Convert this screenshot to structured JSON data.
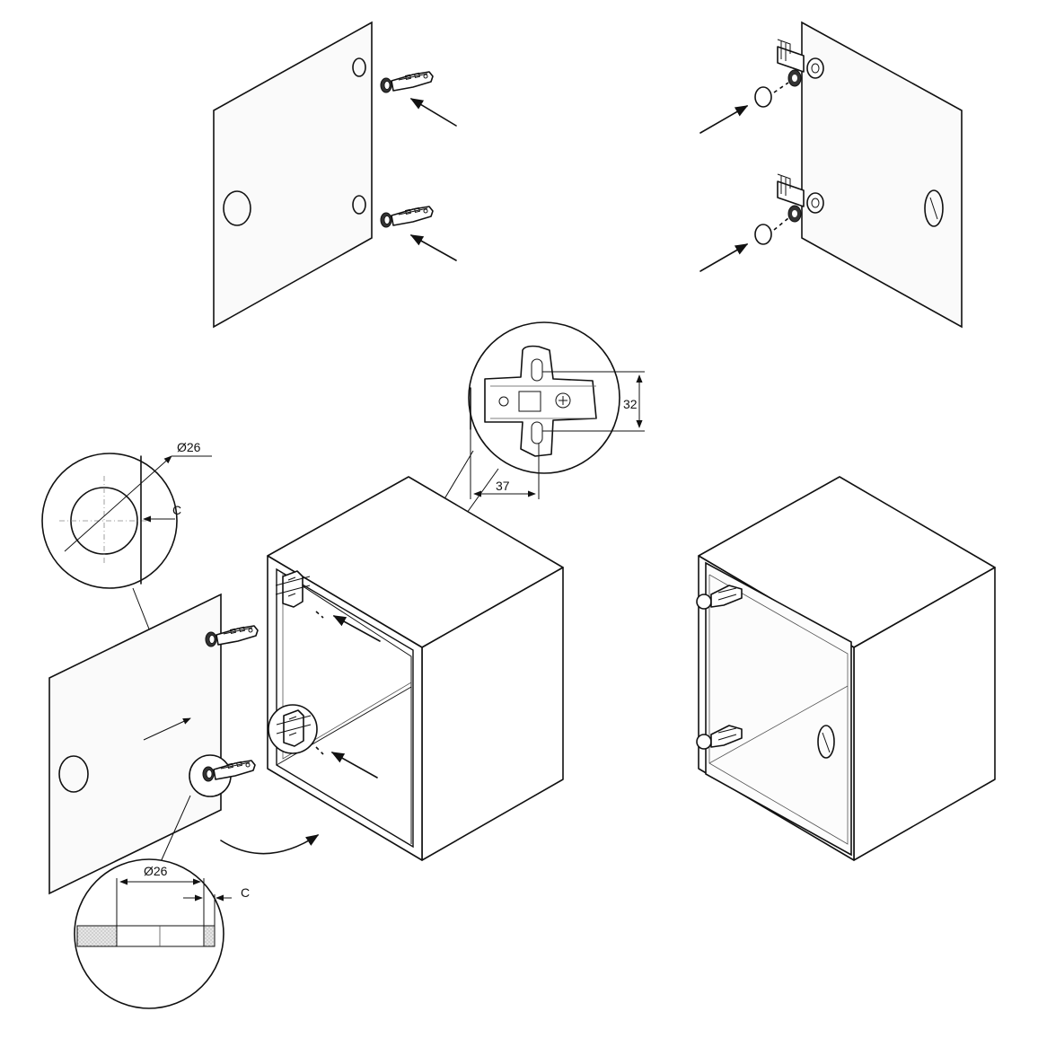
{
  "labels": {
    "round_detail_diameter": "Ø26",
    "round_detail_clearance": "C",
    "section_detail_diameter": "Ø26",
    "section_detail_clearance": "C",
    "plate_height": "32",
    "plate_offset": "37"
  }
}
